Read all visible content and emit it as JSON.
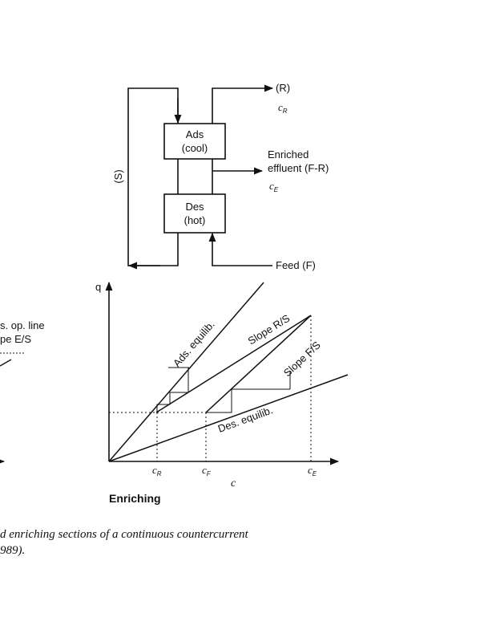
{
  "flow": {
    "out_top": "(R)",
    "c_r_label": "c",
    "c_r_sub": "R",
    "ads_line1": "Ads",
    "ads_line2": "(cool)",
    "enriched_line1": "Enriched",
    "enriched_line2": "effluent (F-R)",
    "c_e_label": "c",
    "c_e_sub": "E",
    "des_line1": "Des",
    "des_line2": "(hot)",
    "side_label": "(S)",
    "feed_label": "Feed (F)"
  },
  "left_fragment": {
    "line1": "s. op. line",
    "line2": "pe E/S"
  },
  "chart": {
    "y_axis_label": "q",
    "x_axis_label": "c",
    "ads_label": "Ads. equilib.",
    "slope_rs": "Slope R/S",
    "slope_fs": "Slope F/S",
    "des_label": "Des. equilib.",
    "tick_c": "c",
    "tick_r": "R",
    "tick_f": "F",
    "tick_e": "E",
    "title": "Enriching"
  },
  "caption": {
    "line1": "d  enriching  sections  of  a  continuous  countercurrent",
    "line2": "989)."
  }
}
